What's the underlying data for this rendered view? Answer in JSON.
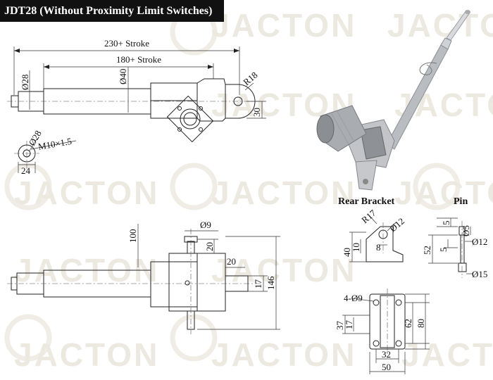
{
  "title": "JDT28 (Without Proximity Limit Switches)",
  "watermark": "JACTON",
  "labels": {
    "rear_bracket": "Rear Bracket",
    "pin": "Pin"
  },
  "top_view_dims": {
    "stroke_230": "230+ Stroke",
    "stroke_180": "180+ Stroke",
    "dia_28": "Ø28",
    "dia_40": "Ø40",
    "r18": "R18",
    "d30": "30",
    "rod_end_dia": "Ø28",
    "thread": "M10×1.5",
    "d24": "24"
  },
  "side_view_dims": {
    "d100": "100",
    "dia_9": "Ø9",
    "d20a": "20",
    "d20b": "20",
    "d17": "17",
    "d146": "146"
  },
  "rear_bracket_dims": {
    "r17": "R17",
    "dia_12": "Ø12",
    "d40": "40",
    "d10": "10",
    "d8": "8",
    "holes": "4-Ø9",
    "d37": "37",
    "d17": "17",
    "d62": "62",
    "d80": "80",
    "d32": "32",
    "d50": "50"
  },
  "pin_dims": {
    "d5a": "5",
    "dia_5": "Ø5",
    "d52": "52",
    "d5b": "5",
    "dia_12": "Ø12",
    "dia_15": "Ø15"
  },
  "colors": {
    "banner_bg": "#111111",
    "banner_text": "#ffffff",
    "line": "#222222",
    "watermark": "#ece9e1"
  }
}
